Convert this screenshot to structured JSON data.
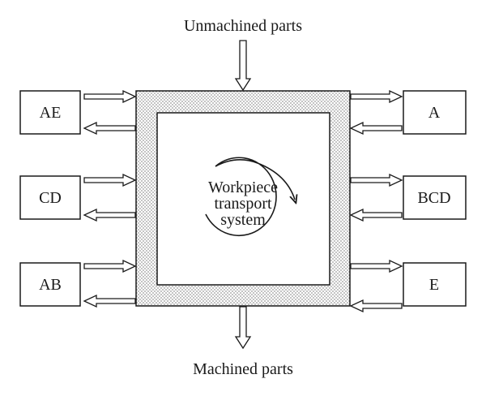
{
  "diagram": {
    "input_label": "Unmachined parts",
    "output_label": "Machined parts",
    "center_lines": [
      "Workpiece",
      "transport",
      "system"
    ],
    "left_machines": [
      "AE",
      "CD",
      "AB"
    ],
    "right_machines": [
      "A",
      "BCD",
      "E"
    ]
  }
}
